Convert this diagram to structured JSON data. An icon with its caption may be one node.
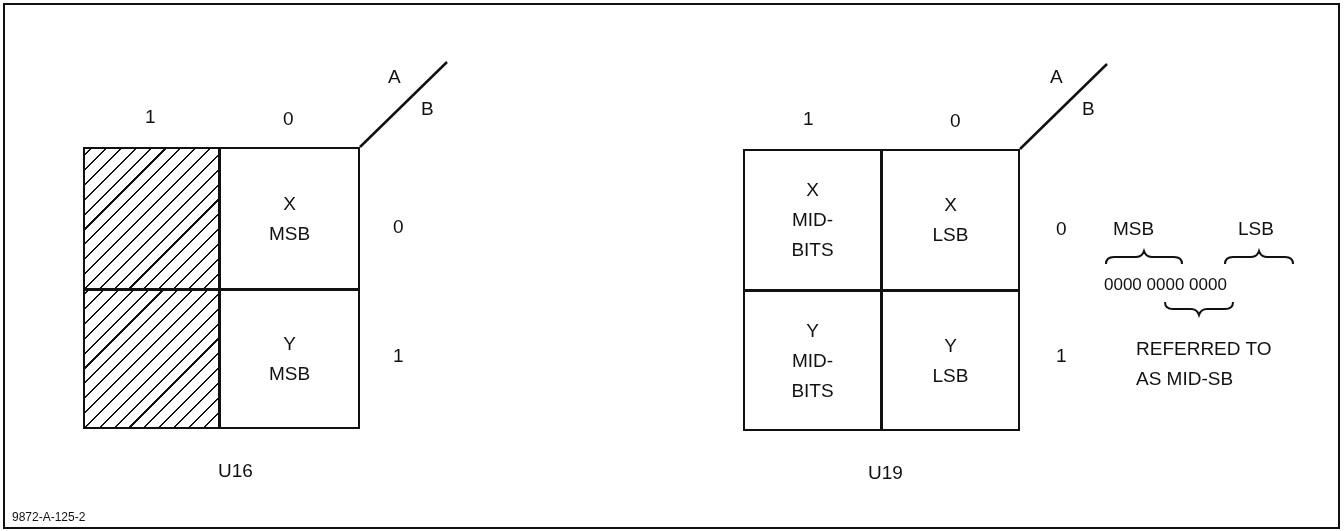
{
  "diagram": {
    "nodes": [
      {
        "text": [],
        "shape": "box"
      },
      {
        "text": [
          "X",
          "MSB"
        ]
      },
      {
        "text": [],
        "shape": "box"
      },
      {
        "text": [
          "Y",
          "MSB"
        ]
      },
      {
        "text": [
          "X",
          "MID-BITS"
        ]
      },
      {
        "text": [
          "X",
          "LSB"
        ]
      },
      {
        "text": [
          "Y",
          "MID-BITS"
        ]
      },
      {
        "text": [
          "Y",
          "LSB"
        ]
      }
    ],
    "edges": [],
    "labels": [
      "A",
      "B",
      "1",
      "0",
      "0",
      "1",
      "U16",
      "A",
      "B",
      "1",
      "0",
      "0",
      "1",
      "U19",
      "MSB",
      "LSB",
      "0000 0000 0000",
      "REFERRED TO AS MID-SB",
      "9872-A-125-2"
    ]
  }
}
